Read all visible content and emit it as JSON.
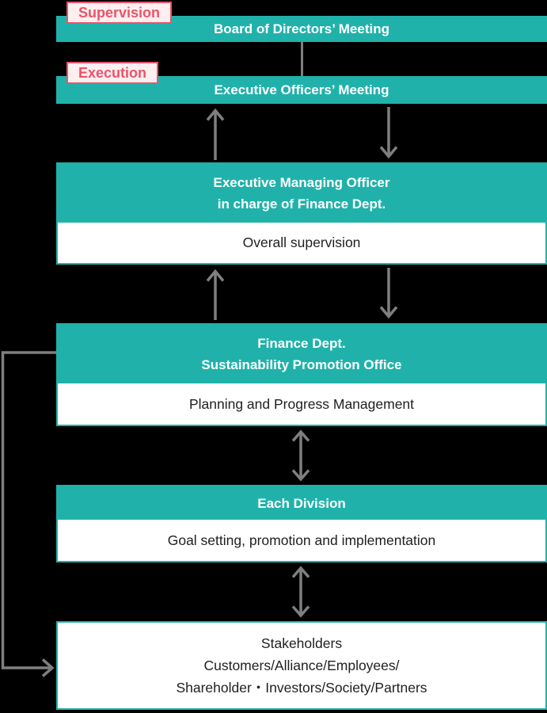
{
  "colors": {
    "teal": "#20B2AA",
    "arrow_gray": "#7F7F7F",
    "label_pink": "#E8556A",
    "label_pink_bg": "#FDEEF0",
    "text_dark": "#1F1F1F",
    "bar_text": "#FFFFFF",
    "background": "#000000"
  },
  "labels": {
    "supervision": "Supervision",
    "execution": "Execution"
  },
  "nodes": {
    "board": {
      "title": "Board of Directors’ Meeting"
    },
    "exec_officers": {
      "title": "Executive Officers’ Meeting"
    },
    "managing_officer": {
      "title_line1": "Executive Managing Officer",
      "title_line2": "in charge of Finance Dept.",
      "role": "Overall supervision"
    },
    "finance_dept": {
      "title_line1": "Finance Dept.",
      "title_line2": "Sustainability Promotion Office",
      "role": "Planning and Progress Management"
    },
    "each_division": {
      "title": "Each Division",
      "role": "Goal setting, promotion and implementation"
    },
    "stakeholders": {
      "line1": "Stakeholders",
      "line2": "Customers/Alliance/Employees/",
      "line3": "Shareholder・Investors/Society/Partners"
    }
  }
}
